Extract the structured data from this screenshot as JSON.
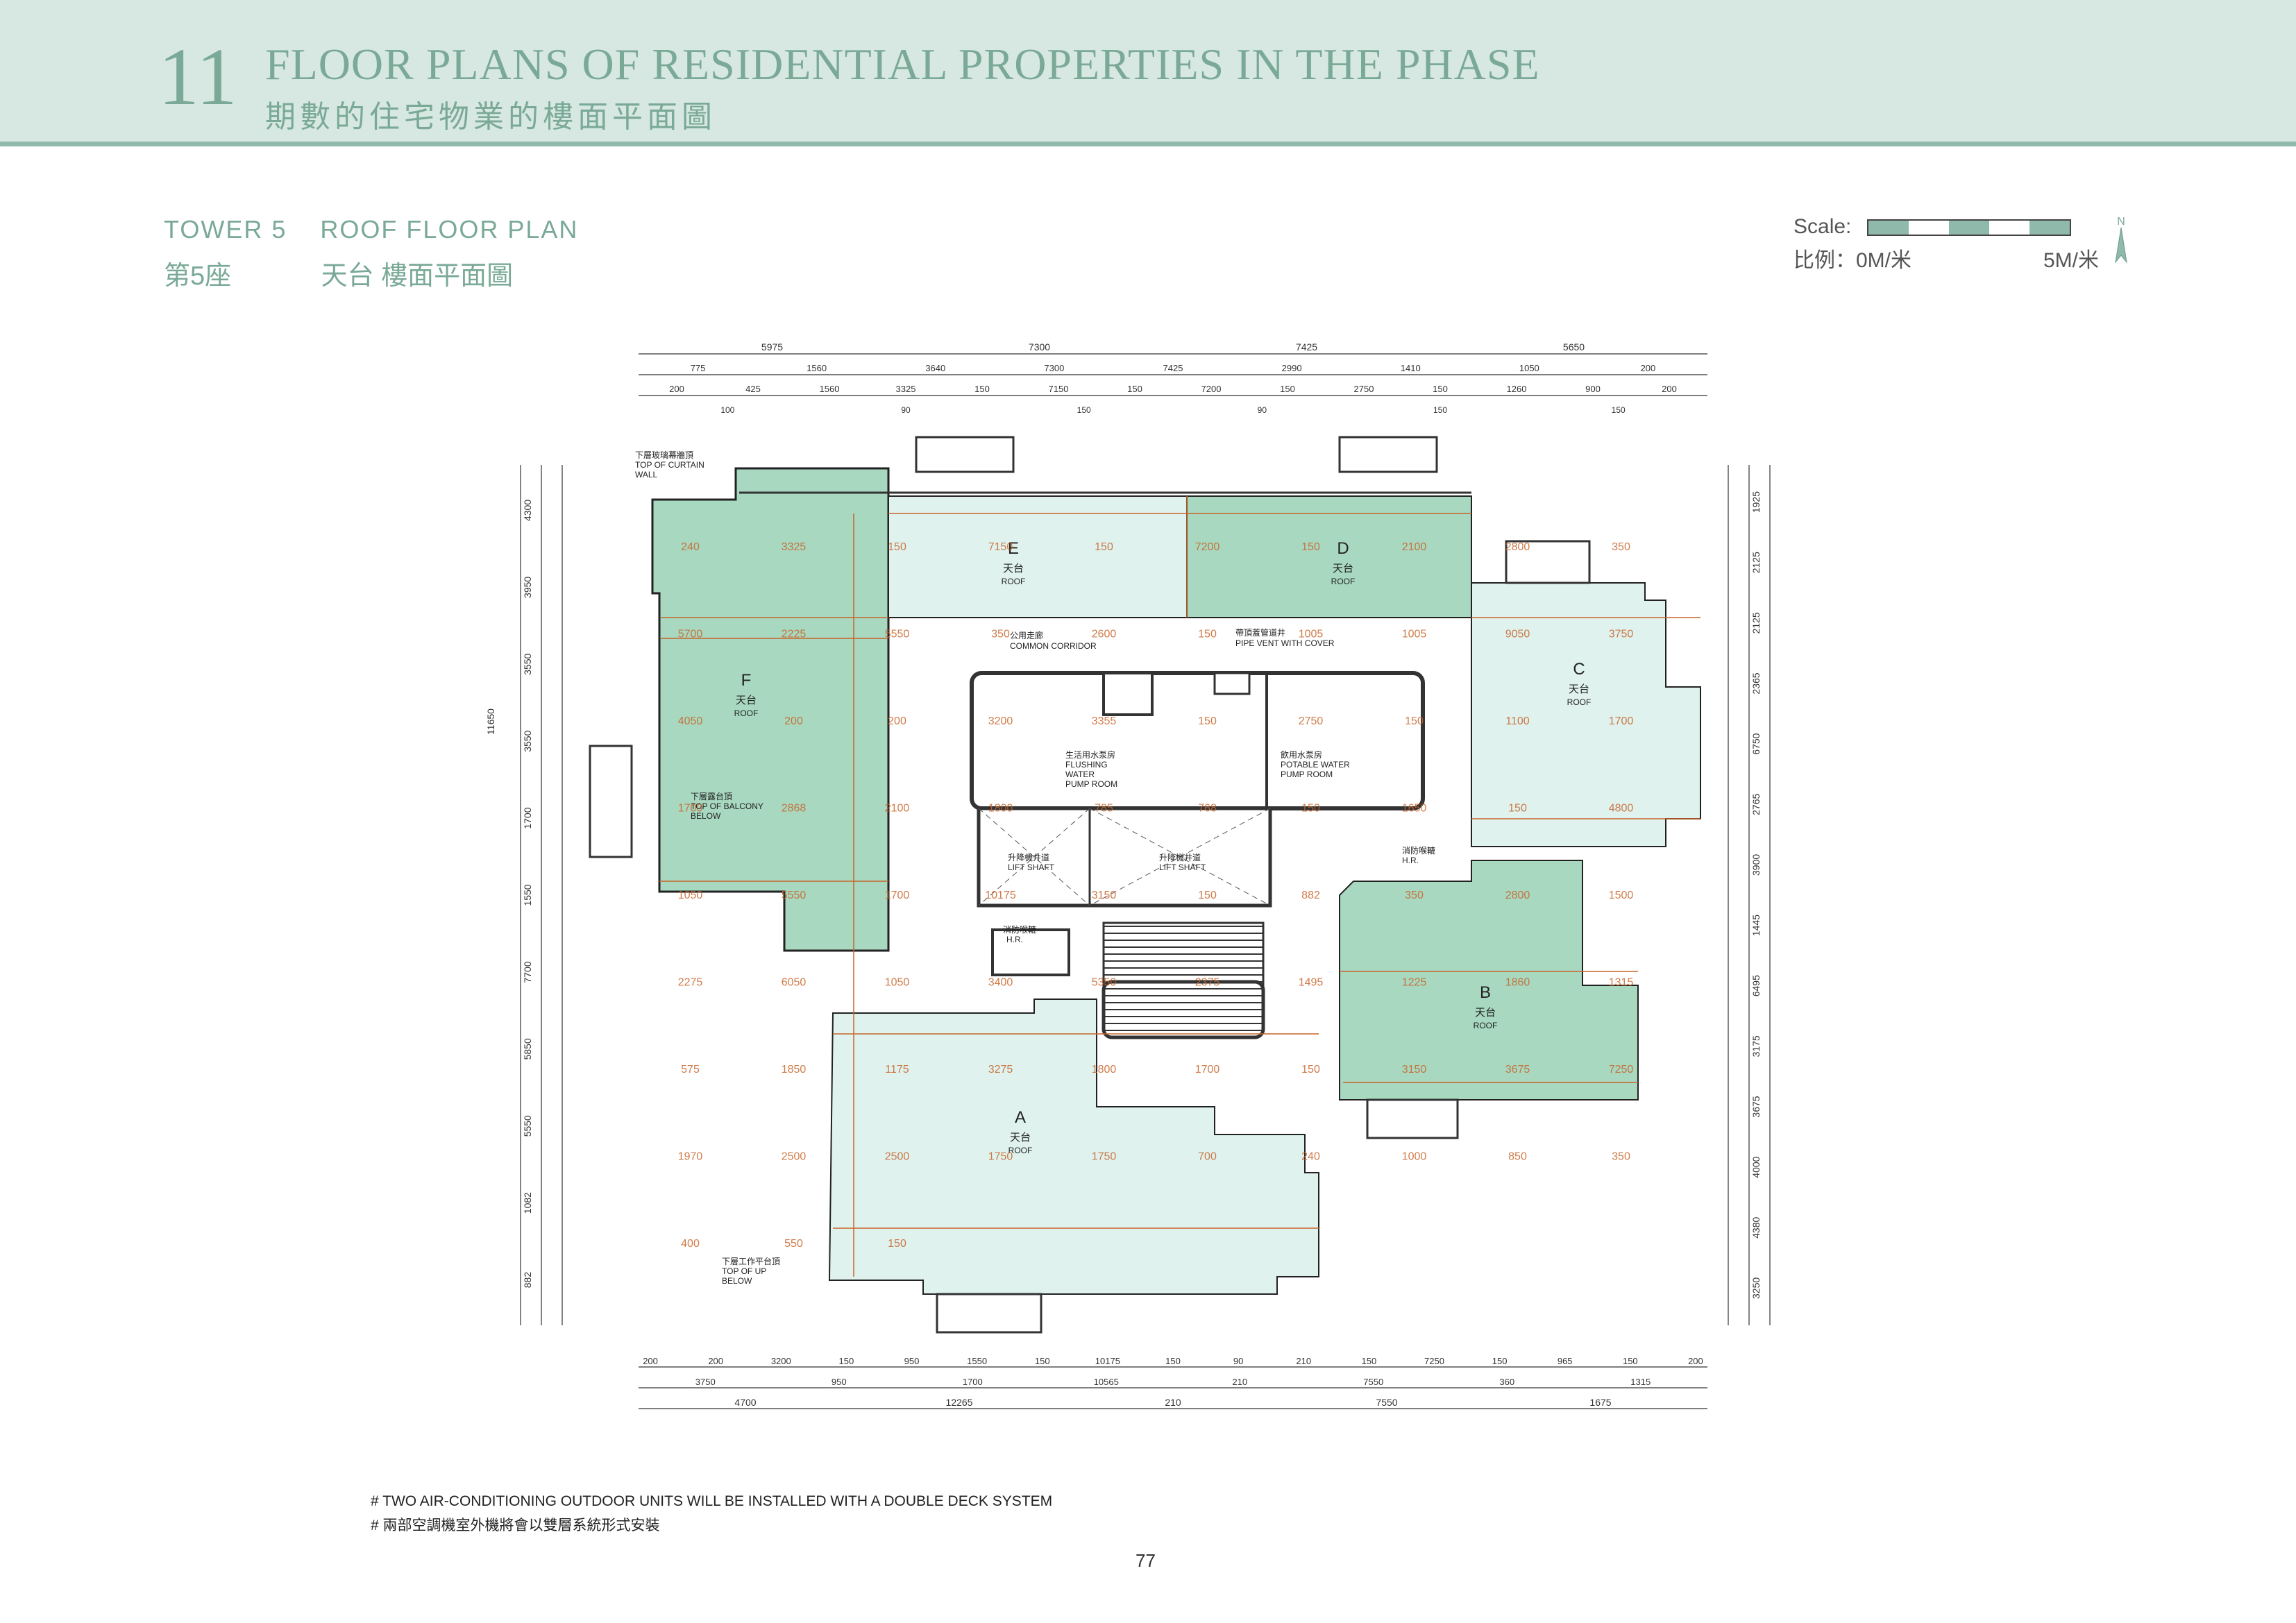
{
  "header": {
    "section_number": "11",
    "title_en": "FLOOR PLANS OF RESIDENTIAL PROPERTIES IN THE PHASE",
    "title_zh": "期數的住宅物業的樓面平面圖"
  },
  "subheader": {
    "tower_en": "TOWER 5",
    "plan_en": "ROOF FLOOR PLAN",
    "tower_zh": "第5座",
    "plan_zh": "天台 樓面平面圖"
  },
  "scale": {
    "label": "Scale:",
    "label_zh_start": "比例：0M/米",
    "end": "5M/米",
    "north": "N"
  },
  "rooms": {
    "A": {
      "letter": "A",
      "zh": "天台",
      "en": "ROOF"
    },
    "B": {
      "letter": "B",
      "zh": "天台",
      "en": "ROOF"
    },
    "C": {
      "letter": "C",
      "zh": "天台",
      "en": "ROOF"
    },
    "D": {
      "letter": "D",
      "zh": "天台",
      "en": "ROOF"
    },
    "E": {
      "letter": "E",
      "zh": "天台",
      "en": "ROOF"
    },
    "F": {
      "letter": "F",
      "zh": "天台",
      "en": "ROOF"
    }
  },
  "labels": {
    "corridor_zh": "公用走廊",
    "corridor_en": "COMMON CORRIDOR",
    "pipe_zh": "帶頂蓋管道井",
    "pipe_en": "PIPE VENT WITH COVER",
    "flush_zh": "生活用水泵房",
    "flush_en1": "FLUSHING",
    "flush_en2": "WATER",
    "flush_en3": "PUMP ROOM",
    "potable_zh": "飲用水泵房",
    "potable_en1": "POTABLE WATER",
    "potable_en2": "PUMP ROOM",
    "lift1_zh": "升降機井道",
    "lift1_en": "LIFT SHAFT",
    "lift2_zh": "升降機井道",
    "lift2_en": "LIFT SHAFT",
    "hr1_zh": "消防喉轆",
    "hr1_en": "H.R.",
    "hr2_zh": "消防喉轆",
    "hr2_en": "H.R.",
    "balcony_zh": "下層露台頂",
    "balcony_en1": "TOP OF BALCONY",
    "balcony_en2": "BELOW",
    "curtain_zh": "下層玻璃幕牆頂",
    "curtain_en1": "TOP OF CURTAIN",
    "curtain_en2": "WALL",
    "up_zh": "下層工作平台頂",
    "up_en1": "TOP OF UP",
    "up_en2": "BELOW"
  },
  "dimensions": {
    "top1": [
      "5975",
      "7300",
      "7425",
      "5650"
    ],
    "top2": [
      "775",
      "1560",
      "3640",
      "7300",
      "7425",
      "2990",
      "1410",
      "1050",
      "200"
    ],
    "top3": [
      "200",
      "425",
      "1560",
      "3325",
      "150",
      "7150",
      "150",
      "7200",
      "150",
      "2750",
      "150",
      "1260",
      "900",
      "200"
    ],
    "top4": [
      "100",
      "90",
      "150",
      "90",
      "150",
      "150"
    ],
    "bottom1": [
      "200",
      "200",
      "3200",
      "150",
      "950",
      "1550",
      "150",
      "10175",
      "150",
      "90",
      "210",
      "150",
      "7250",
      "150",
      "965",
      "150",
      "200"
    ],
    "bottom2": [
      "3750",
      "950",
      "1700",
      "10565",
      "210",
      "7550",
      "360",
      "1315"
    ],
    "bottom3": [
      "4700",
      "12265",
      "210",
      "7550",
      "1675"
    ],
    "left_total": "11650",
    "left": [
      "4300",
      "3950",
      "3550",
      "3550",
      "1700",
      "1550",
      "7700",
      "5850",
      "5550",
      "1082",
      "882"
    ],
    "right": [
      "1925",
      "2125",
      "2125",
      "2365",
      "6750",
      "2765",
      "3900",
      "1445",
      "6495",
      "3175",
      "3675",
      "4000",
      "4380",
      "3250"
    ],
    "inner": [
      "240",
      "3325",
      "150",
      "7150",
      "150",
      "7200",
      "150",
      "2100",
      "2800",
      "350",
      "5700",
      "2225",
      "5550",
      "350",
      "2600",
      "150",
      "1005",
      "1005",
      "9050",
      "3750",
      "4050",
      "200",
      "200",
      "3200",
      "3355",
      "150",
      "2750",
      "150",
      "1100",
      "1700",
      "1700",
      "2868",
      "2100",
      "1800",
      "785",
      "768",
      "150",
      "1650",
      "150",
      "4800",
      "1050",
      "5550",
      "1700",
      "10175",
      "3150",
      "150",
      "882",
      "350",
      "2800",
      "1500",
      "2275",
      "6050",
      "1050",
      "3400",
      "5350",
      "2375",
      "1495",
      "1225",
      "1860",
      "1315",
      "575",
      "1850",
      "1175",
      "3275",
      "1800",
      "1700",
      "150",
      "3150",
      "3675",
      "7250",
      "1970",
      "2500",
      "2500",
      "1750",
      "1750",
      "700",
      "240",
      "1000",
      "850",
      "350",
      "400",
      "550",
      "150"
    ]
  },
  "notes": {
    "en": "# TWO AIR-CONDITIONING OUTDOOR UNITS WILL BE INSTALLED WITH A DOUBLE DECK SYSTEM",
    "zh": "# 兩部空調機室外機將會以雙層系統形式安裝"
  },
  "page_number": "77",
  "colors": {
    "header_bg": "#d7e8e2",
    "accent": "#7aa997",
    "roof_green": "#a8d8c0",
    "roof_light": "#dff2ee",
    "dim_orange": "#c8642a"
  }
}
